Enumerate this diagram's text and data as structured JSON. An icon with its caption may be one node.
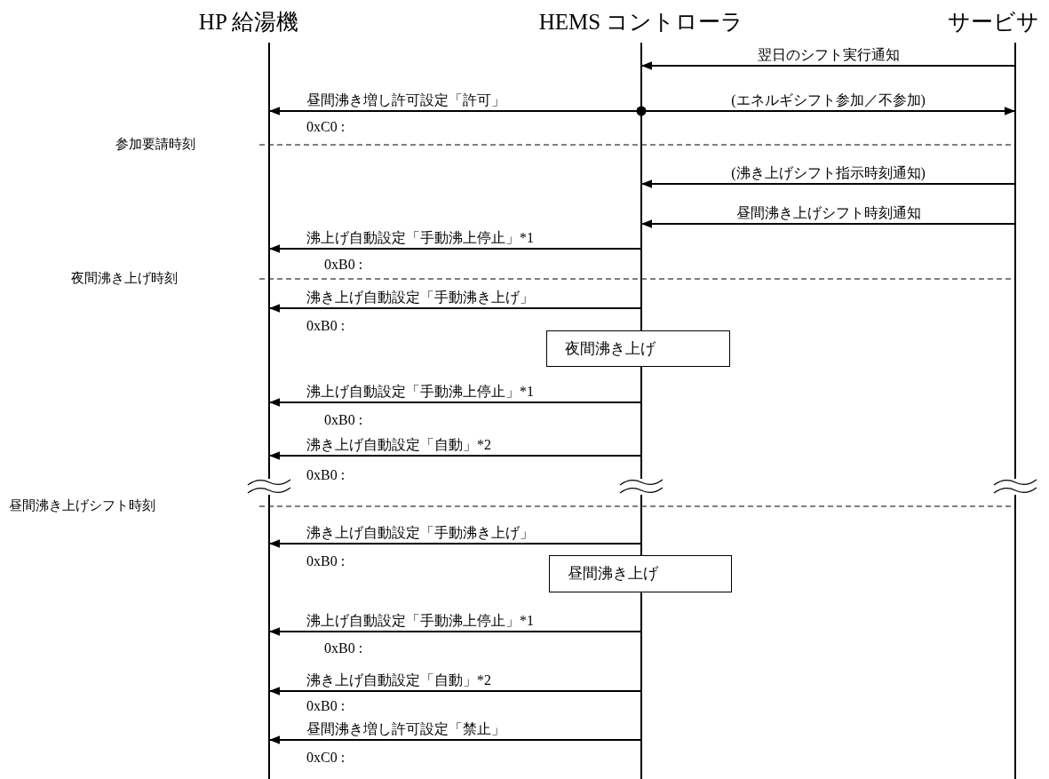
{
  "diagram": {
    "nodes": [
      {
        "text": [
          "HP 給湯機"
        ]
      },
      {
        "text": [
          "HEMS コントローラ"
        ]
      },
      {
        "text": [
          "サービサ"
        ]
      },
      {
        "text": [
          "夜間沸き上げ"
        ]
      },
      {
        "text": [
          "昼間沸き上げ"
        ]
      }
    ],
    "edges": [
      {
        "from": 2,
        "to": 1,
        "arrow": "to",
        "label": "翌日のシフト実行通知"
      },
      {
        "from": 1,
        "to": 0,
        "arrow": "to",
        "label": "昼間沸き増し許可設定「許可」"
      },
      {
        "from": 1,
        "to": 2,
        "arrow": "to",
        "label": "(エネルギシフト参加／不参加)"
      },
      {
        "from": 2,
        "to": 1,
        "arrow": "to",
        "label": "(沸き上げシフト指示時刻通知)"
      },
      {
        "from": 2,
        "to": 1,
        "arrow": "to",
        "label": "昼間沸き上げシフト時刻通知"
      },
      {
        "from": 1,
        "to": 0,
        "arrow": "to",
        "label": "沸上げ自動設定「手動沸上停止」*1"
      },
      {
        "from": 1,
        "to": 0,
        "arrow": "to",
        "label": "沸き上げ自動設定「手動沸き上げ」"
      },
      {
        "from": 1,
        "to": 0,
        "arrow": "to",
        "label": "沸上げ自動設定「手動沸上停止」*1"
      },
      {
        "from": 1,
        "to": 0,
        "arrow": "to",
        "label": "沸き上げ自動設定「自動」*2"
      },
      {
        "from": 1,
        "to": 0,
        "arrow": "to",
        "label": "沸き上げ自動設定「手動沸き上げ」"
      },
      {
        "from": 1,
        "to": 0,
        "arrow": "to",
        "label": "沸上げ自動設定「手動沸上停止」*1"
      },
      {
        "from": 1,
        "to": 0,
        "arrow": "to",
        "label": "沸き上げ自動設定「自動」*2"
      },
      {
        "from": 1,
        "to": 0,
        "arrow": "to",
        "label": "昼間沸き増し許可設定「禁止」"
      }
    ],
    "labels": [
      "0xC0 :",
      "参加要請時刻",
      "0xB0 :",
      "夜間沸き上げ時刻",
      "0xB0 :",
      "0xB0 :",
      "0xB0 :",
      "昼間沸き上げシフト時刻",
      "0xB0 :",
      "0xB0 :",
      "0xB0 :",
      "0xC0 :"
    ]
  }
}
